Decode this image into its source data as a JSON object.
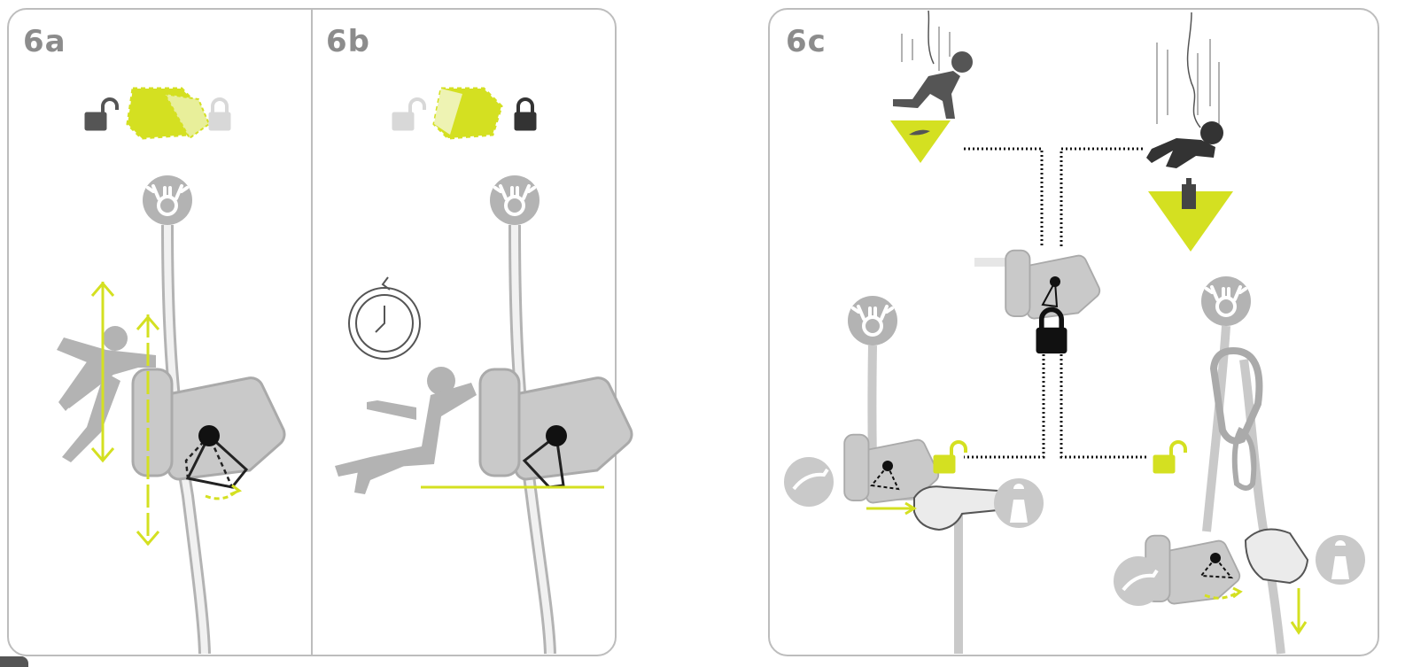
{
  "panels": {
    "a": {
      "label": "6a"
    },
    "b": {
      "label": "6b"
    },
    "c": {
      "label": "6c"
    }
  },
  "colors": {
    "accent": "#d4e021",
    "gray": "#b3b3b3",
    "dark": "#1a1a1a",
    "border": "#bdbdbd"
  },
  "icons": [
    "unlocked-padlock-icon",
    "locked-padlock-icon",
    "cam-icon",
    "anchor-icon",
    "clock-rotation-icon",
    "feather-icon",
    "weight-icon",
    "climber-icon",
    "worker-icon",
    "hand-icon"
  ]
}
